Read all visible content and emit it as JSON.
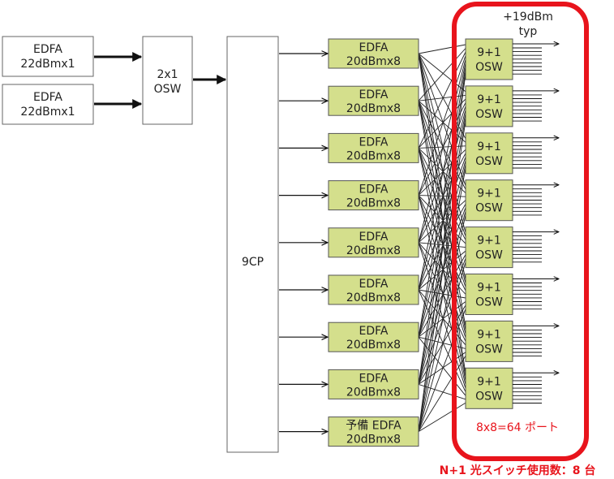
{
  "input_edfa": [
    {
      "line1": "EDFA",
      "line2": "22dBmx1"
    },
    {
      "line1": "EDFA",
      "line2": "22dBmx1"
    }
  ],
  "combiner": {
    "line1": "2x1",
    "line2": "OSW"
  },
  "coupler": {
    "label": "9CP"
  },
  "amp_edfa": [
    {
      "line1": "EDFA",
      "line2": "20dBmx8"
    },
    {
      "line1": "EDFA",
      "line2": "20dBmx8"
    },
    {
      "line1": "EDFA",
      "line2": "20dBmx8"
    },
    {
      "line1": "EDFA",
      "line2": "20dBmx8"
    },
    {
      "line1": "EDFA",
      "line2": "20dBmx8"
    },
    {
      "line1": "EDFA",
      "line2": "20dBmx8"
    },
    {
      "line1": "EDFA",
      "line2": "20dBmx8"
    },
    {
      "line1": "EDFA",
      "line2": "20dBmx8"
    },
    {
      "line1": "予備 EDFA",
      "line2": "20dBmx8"
    }
  ],
  "switches": [
    {
      "line1": "9+1",
      "line2": "OSW"
    },
    {
      "line1": "9+1",
      "line2": "OSW"
    },
    {
      "line1": "9+1",
      "line2": "OSW"
    },
    {
      "line1": "9+1",
      "line2": "OSW"
    },
    {
      "line1": "9+1",
      "line2": "OSW"
    },
    {
      "line1": "9+1",
      "line2": "OSW"
    },
    {
      "line1": "9+1",
      "line2": "OSW"
    },
    {
      "line1": "9+1",
      "line2": "OSW"
    }
  ],
  "output_power": {
    "line1": "+19dBm",
    "line2": "typ"
  },
  "port_note": "8x8=64 ポート",
  "caption": "N+1 光スイッチ使用数：8 台",
  "colors": {
    "green_fill": "#d4df8c",
    "highlight_red": "#e8141c",
    "line": "#222222"
  }
}
